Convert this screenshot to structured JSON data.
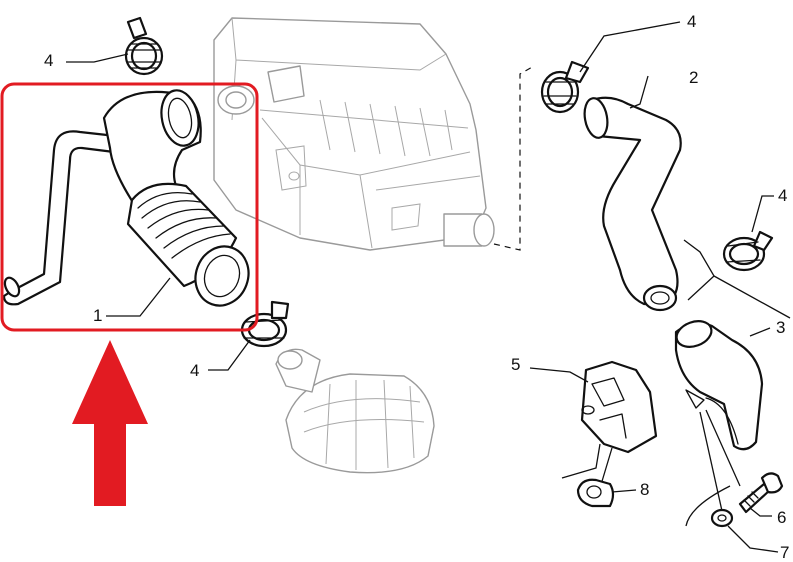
{
  "callouts": {
    "hose_1": "1",
    "hose_2": "2",
    "elbow_3": "3",
    "clamp_4_top_left": "4",
    "clamp_4_top_right": "4",
    "clamp_4_right": "4",
    "clamp_4_bottom": "4",
    "bracket_5": "5",
    "bolt_6": "6",
    "washer_7": "7",
    "grommet_8": "8"
  },
  "colors": {
    "highlight_box": "#e21b22",
    "arrow": "#e21b22",
    "line": "#111111",
    "ghost": "#9a9a9a"
  }
}
